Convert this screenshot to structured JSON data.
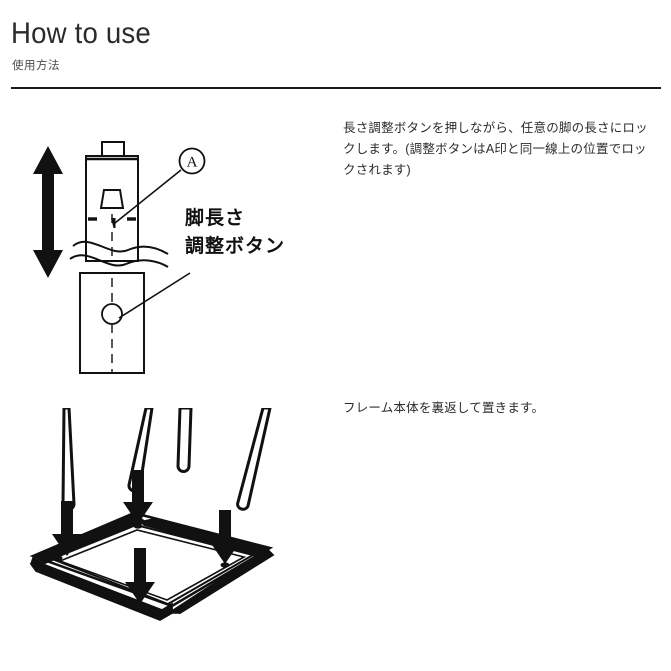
{
  "header": {
    "title": "How to use",
    "subtitle": "使用方法"
  },
  "steps": [
    {
      "id": "step-1",
      "text": "長さ調整ボタンを押しながら、任意の脚の長さにロックします。(調整ボタンはA印と同一線上の位置でロックされます)"
    },
    {
      "id": "step-2",
      "text": "フレーム本体を裏返して置きます。"
    }
  ],
  "figures": {
    "leg": {
      "name": "leg-length-adjustment-diagram",
      "callout_marker": "A",
      "callout_label_line1": "脚長さ",
      "callout_label_line2": "調整ボタン",
      "updown_arrow": "up-down-arrow"
    },
    "frame": {
      "name": "frame-upside-down-diagram",
      "arrow_count": 4
    }
  },
  "colors": {
    "ink": "#231f20",
    "title": "#2b2b2b",
    "subtitle": "#4b4b4b",
    "rule": "#1a1a1a",
    "background": "#ffffff"
  }
}
